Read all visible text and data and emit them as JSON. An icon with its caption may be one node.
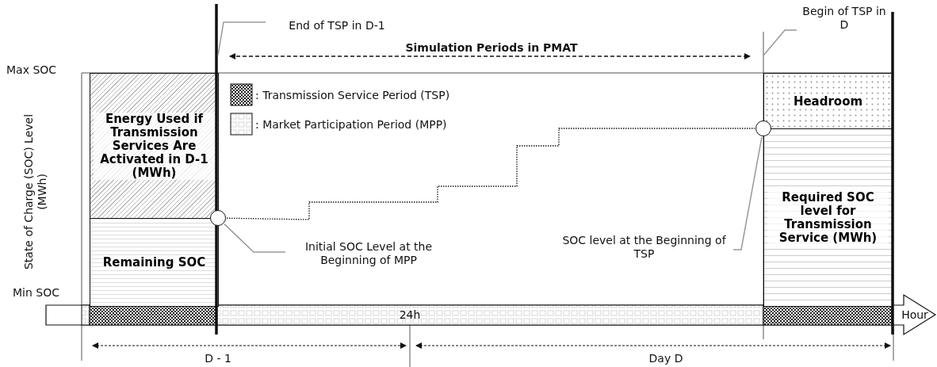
{
  "diagram": {
    "nodes": [
      {
        "text": [
          "Energy Used if Transmission Services Are Activated in D-1 (MWh)"
        ]
      },
      {
        "text": [
          "Remaining SOC"
        ]
      },
      {
        "text": [
          "Headroom"
        ]
      },
      {
        "text": [
          "Required SOC level for Transmission Service (MWh)"
        ]
      },
      {
        "text": [],
        "shape": "circle"
      },
      {
        "text": [],
        "shape": "circle"
      },
      {
        "text": [
          "Initial SOC Level at the Beginning of MPP"
        ]
      },
      {
        "text": [
          "SOC level at the Beginning of TSP"
        ]
      },
      {
        "text": [
          "End of TSP in D-1"
        ]
      },
      {
        "text": [
          "Begin of TSP in D"
        ]
      }
    ],
    "edges": [
      {
        "from": 6,
        "to": 4,
        "arrow": "none"
      },
      {
        "from": 7,
        "to": 5,
        "arrow": "none"
      },
      {
        "from": 8,
        "to": null,
        "arrow": "none"
      },
      {
        "from": 9,
        "to": null,
        "arrow": "none"
      },
      {
        "from": 4,
        "to": 5,
        "arrow": "none",
        "style": "dashed",
        "color": "#111111"
      }
    ],
    "labels": [
      "Simulation Periods in PMAT",
      "Max SOC",
      "State of Charge (SOC) Level (MWh)",
      "Min SOC",
      "24h",
      "Hour",
      "D - 1",
      "Day D"
    ],
    "legend": [
      {
        "text": ": Transmission Service Period (TSP)"
      },
      {
        "text": ": Market Participation Period (MPP)"
      }
    ]
  }
}
